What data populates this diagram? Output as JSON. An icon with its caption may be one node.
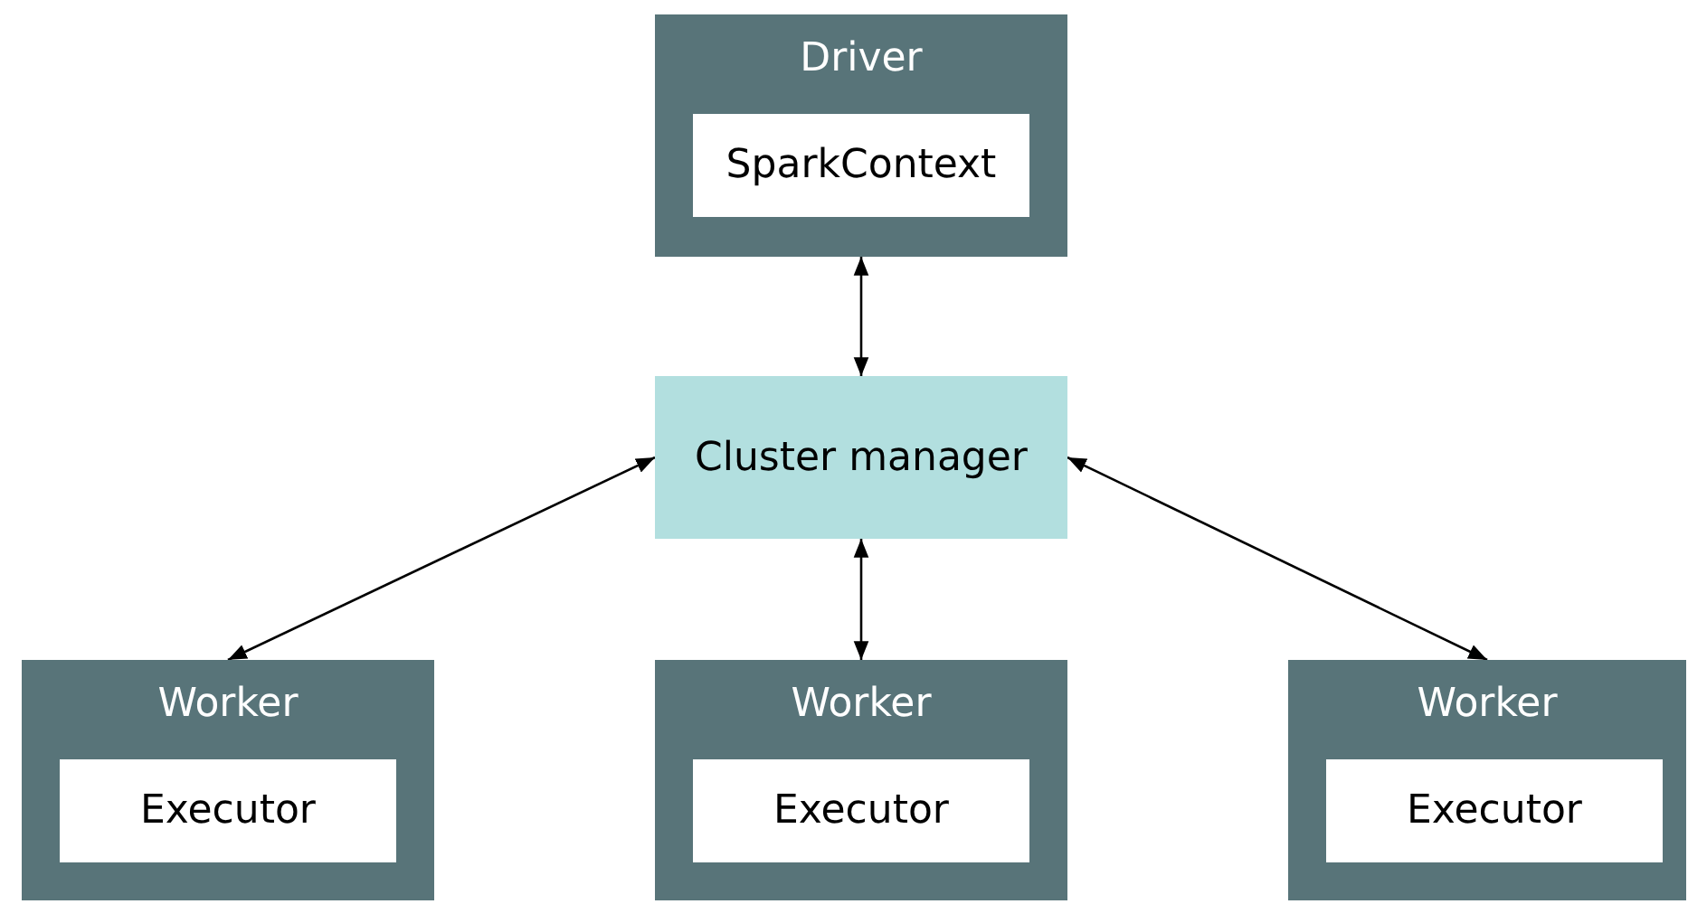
{
  "diagram": {
    "nodes": [
      {
        "text": [
          "Driver"
        ]
      },
      {
        "text": [
          "SparkContext"
        ],
        "in": 0
      },
      {
        "text": [
          "Cluster manager"
        ]
      },
      {
        "text": [
          "Worker"
        ]
      },
      {
        "text": [
          "Executor"
        ],
        "in": 3
      },
      {
        "text": [
          "Worker"
        ]
      },
      {
        "text": [
          "Executor"
        ],
        "in": 5
      },
      {
        "text": [
          "Worker"
        ]
      },
      {
        "text": [
          "Executor"
        ],
        "in": 7
      }
    ],
    "edges": [
      {
        "from": 0,
        "to": 2,
        "arrow": "both"
      },
      {
        "from": 2,
        "to": 3,
        "arrow": "both"
      },
      {
        "from": 2,
        "to": 5,
        "arrow": "both"
      },
      {
        "from": 2,
        "to": 7,
        "arrow": "both"
      }
    ]
  }
}
